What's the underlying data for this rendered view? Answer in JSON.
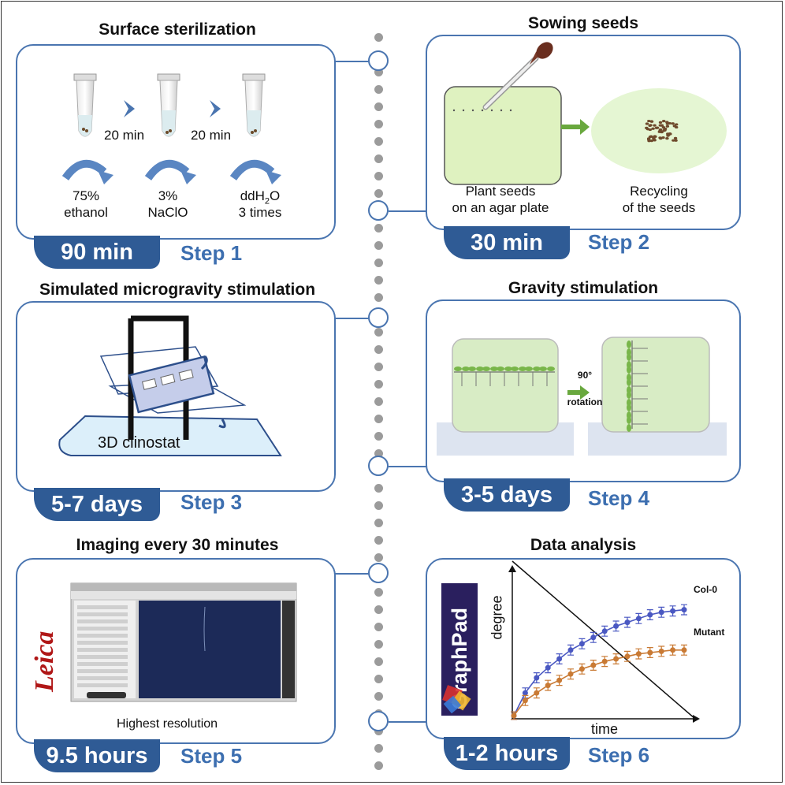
{
  "timeline": {
    "steps": [
      {
        "title": "Surface sterilization",
        "duration": "90 min",
        "step": "Step 1"
      },
      {
        "title": "Sowing seeds",
        "duration": "30 min",
        "step": "Step 2"
      },
      {
        "title": "Simulated microgravity stimulation",
        "duration": "5-7 days",
        "step": "Step 3"
      },
      {
        "title": "Gravity stimulation",
        "duration": "3-5 days",
        "step": "Step 4"
      },
      {
        "title": "Imaging every 30 minutes",
        "duration": "9.5 hours",
        "step": "Step 5"
      },
      {
        "title": "Data analysis",
        "duration": "1-2 hours",
        "step": "Step 6"
      }
    ]
  },
  "sterilization": {
    "time_1": "20 min",
    "time_2": "20 min",
    "sol_1_a": "75%",
    "sol_1_b": "ethanol",
    "sol_2_a": "3%",
    "sol_2_b": "NaClO",
    "sol_3_a": "ddH",
    "sol_3_sub": "2",
    "sol_3_c": "O",
    "sol_3_b": "3 times"
  },
  "sowing": {
    "label_1_a": "Plant seeds",
    "label_1_b": "on an agar plate",
    "label_2_a": "Recycling",
    "label_2_b": "of the seeds"
  },
  "microgravity": {
    "device": "3D clinostat"
  },
  "gravity": {
    "rotation_a": "90°",
    "rotation_b": "rotation"
  },
  "imaging": {
    "caption": "Highest resolution",
    "brand": "Leica"
  },
  "analysis": {
    "software": "GraphPad",
    "chart_data": {
      "type": "line",
      "xlabel": "time",
      "ylabel": "degree",
      "series": [
        {
          "name": "Col-0",
          "values": [
            0,
            18,
            30,
            38,
            45,
            52,
            57,
            62,
            67,
            71,
            74,
            77,
            80,
            82,
            83,
            84
          ],
          "errors": [
            3,
            4,
            4,
            4,
            4,
            4,
            4,
            4,
            4,
            4,
            4,
            4,
            4,
            4,
            4,
            4
          ]
        },
        {
          "name": "Mutant",
          "values": [
            0,
            12,
            18,
            24,
            28,
            33,
            37,
            40,
            43,
            45,
            47,
            49,
            50,
            51,
            52,
            52
          ],
          "errors": [
            3,
            4,
            4,
            4,
            4,
            4,
            4,
            4,
            4,
            4,
            4,
            4,
            4,
            4,
            4,
            4
          ]
        }
      ],
      "ylim": [
        0,
        100
      ],
      "colors": {
        "Col-0": "#4a58c2",
        "Mutant": "#c97a34"
      }
    }
  }
}
